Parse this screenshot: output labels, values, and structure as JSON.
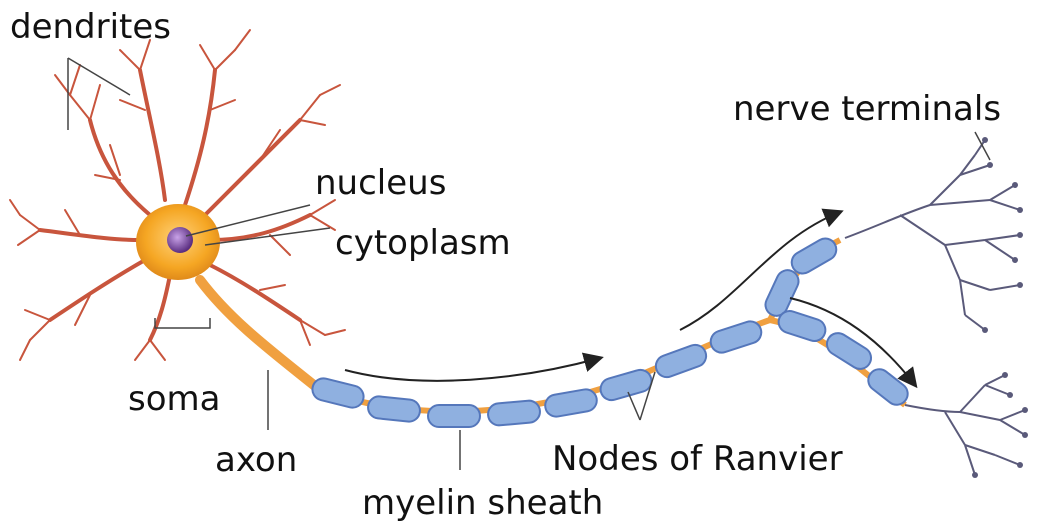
{
  "labels": {
    "dendrites": "dendrites",
    "nucleus": "nucleus",
    "cytoplasm": "cytoplasm",
    "soma": "soma",
    "axon": "axon",
    "myelin_sheath": "myelin sheath",
    "nodes_of_ranvier": "Nodes of Ranvier",
    "nerve_terminals": "nerve terminals"
  },
  "colors": {
    "soma_fill": "#f5a623",
    "dendrite_stroke": "#c8553d",
    "axon_orange": "#f0a040",
    "myelin_fill": "#8fb0e0",
    "myelin_edge": "#5577bb",
    "terminal_stroke": "#5a5a7a",
    "nucleus_fill": "#6a3d8f"
  }
}
